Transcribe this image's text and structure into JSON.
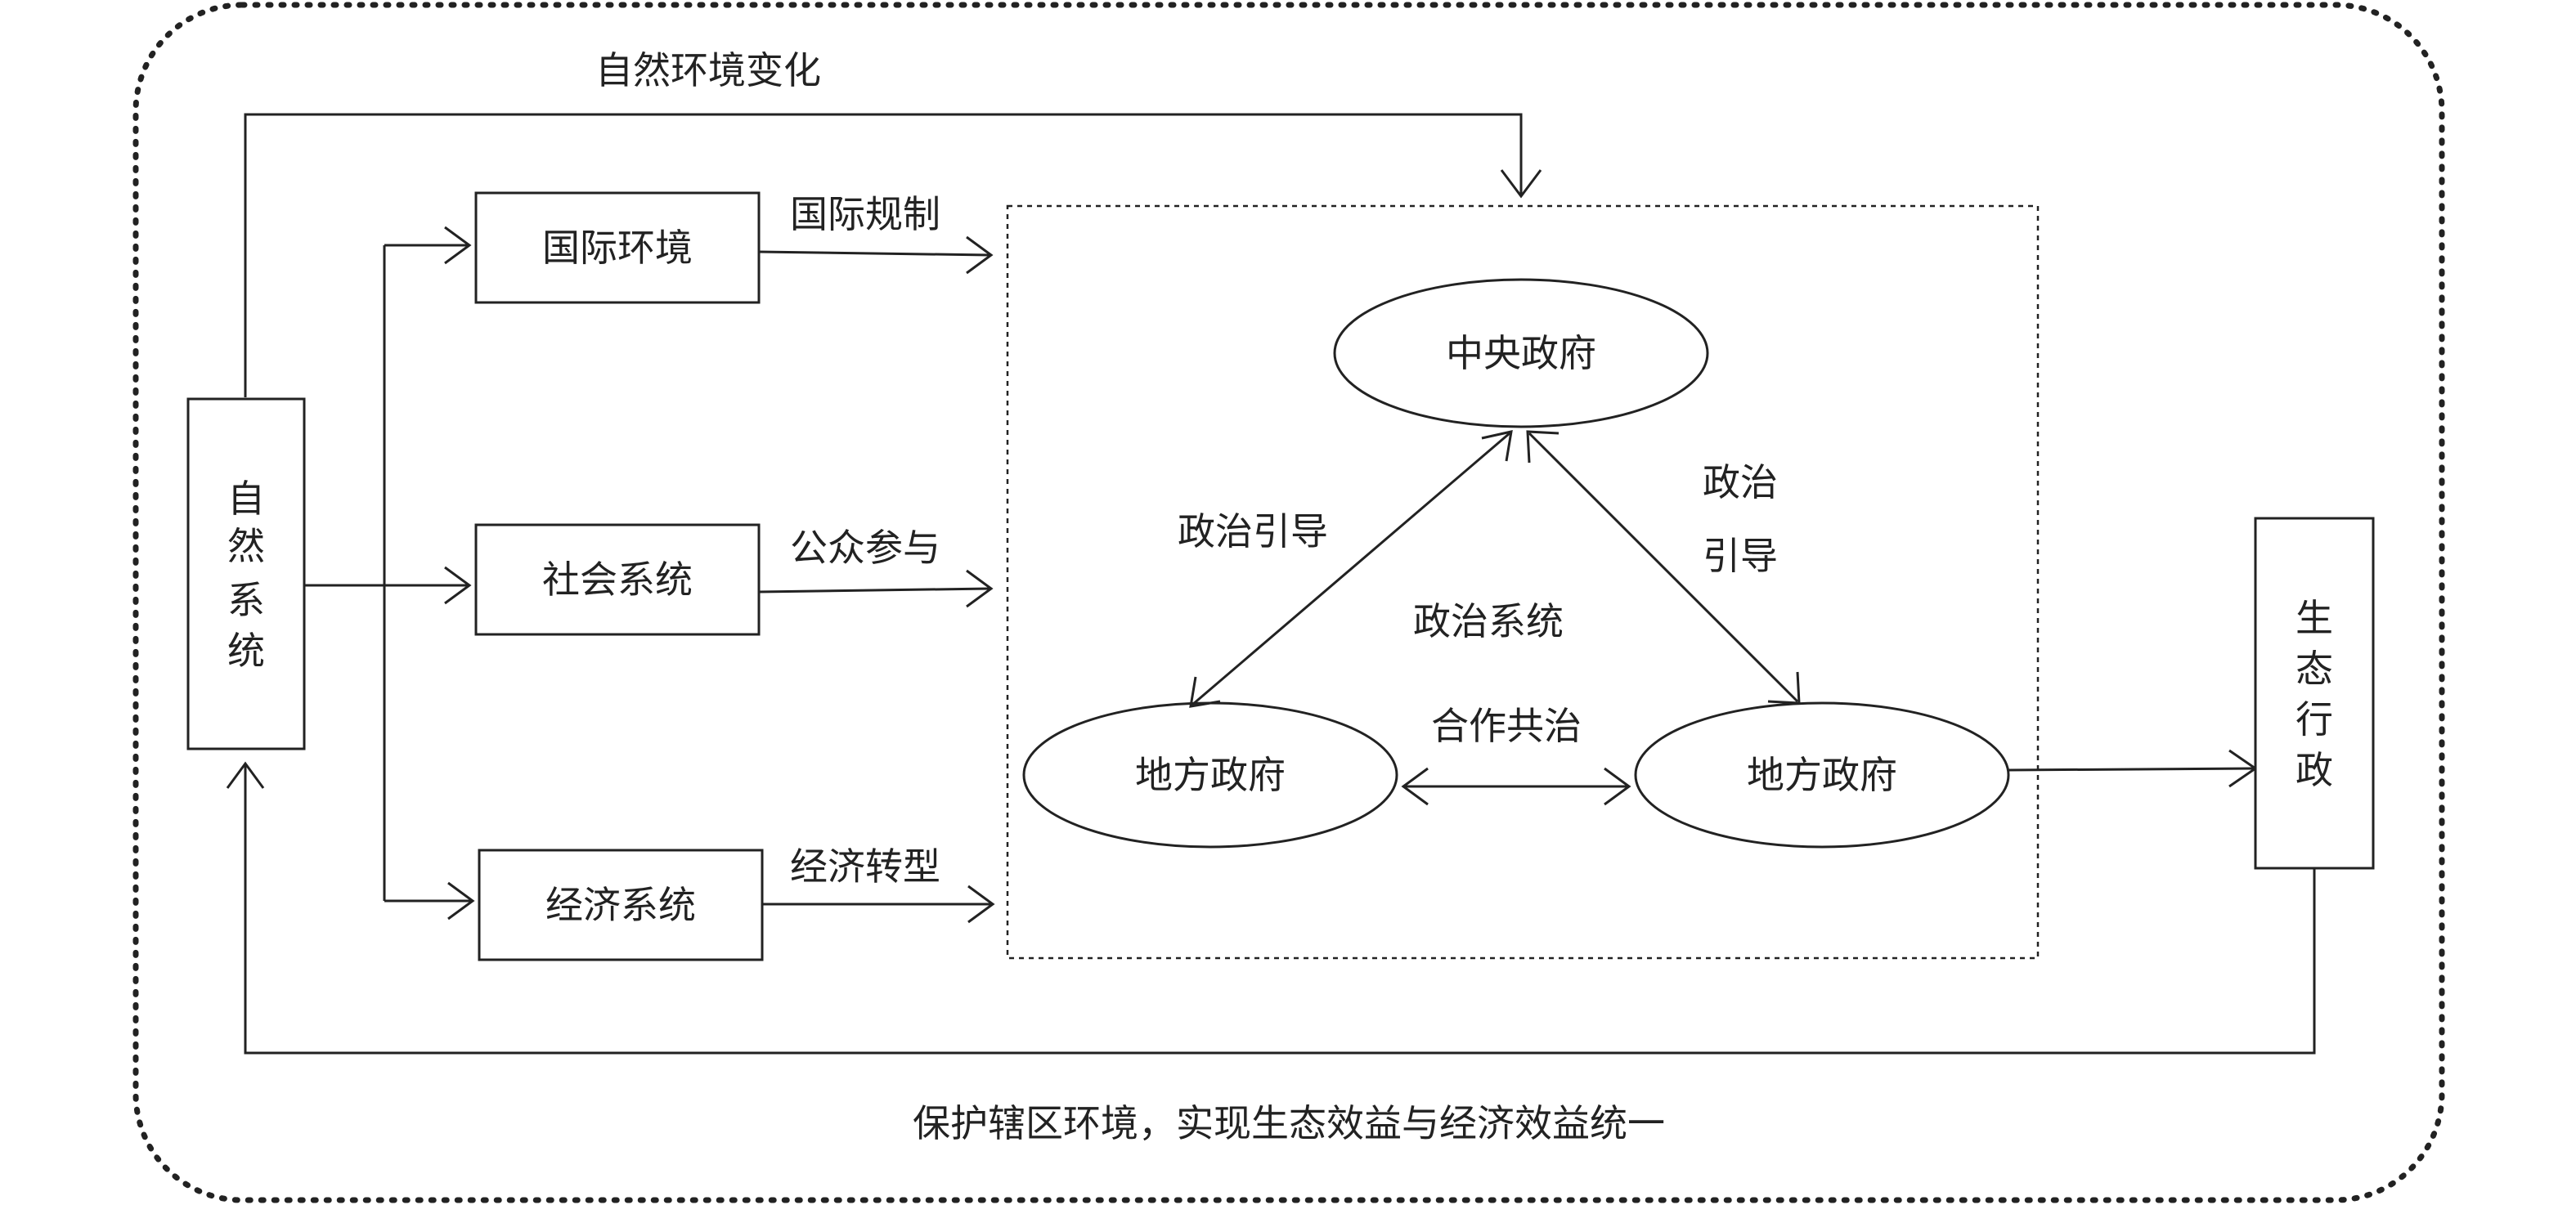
{
  "outer_label_top": "自然环境变化",
  "outer_label_bottom": "保护辖区环境，实现生态效益与经济效益统一",
  "left_box": {
    "chars": [
      "自",
      "然",
      "系",
      "统"
    ]
  },
  "right_box": {
    "chars": [
      "生",
      "态",
      "行",
      "政"
    ]
  },
  "environment_boxes": {
    "international": "国际环境",
    "social": "社会系统",
    "economic": "经济系统"
  },
  "input_labels": {
    "international": "国际规制",
    "social": "公众参与",
    "economic": "经济转型"
  },
  "political_system": {
    "label": "政治系统",
    "central": "中央政府",
    "local_left": "地方政府",
    "local_right": "地方政府",
    "guide_left": "政治引导",
    "guide_right_line1": "政治",
    "guide_right_line2": "引导",
    "cooperation": "合作共治"
  }
}
